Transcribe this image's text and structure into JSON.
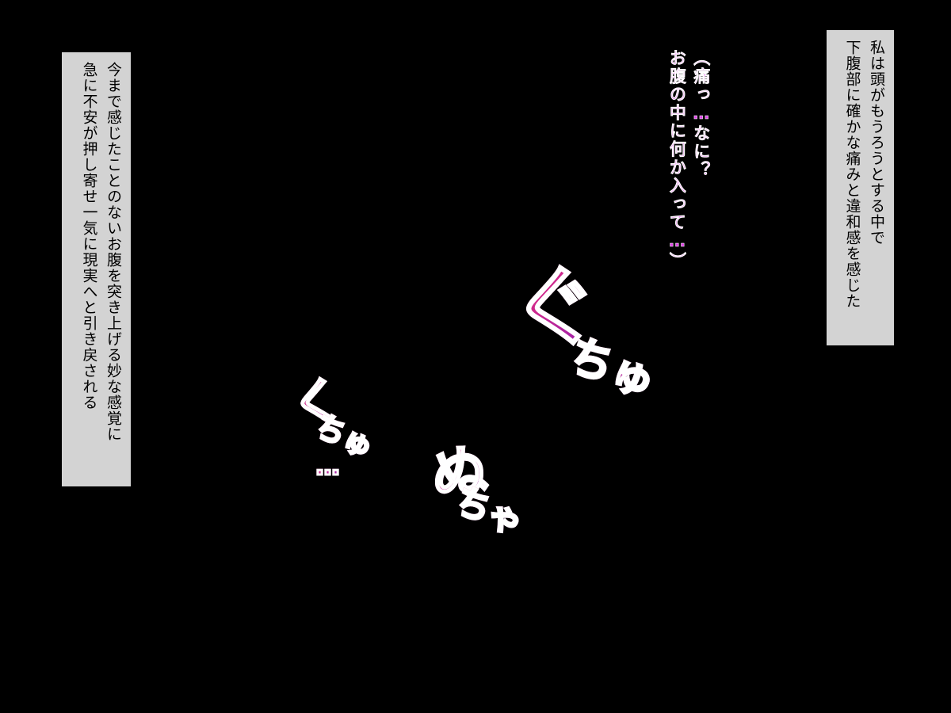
{
  "narration_right": {
    "lines": [
      "私は頭がもうろうとする中で",
      "下腹部に確かな痛みと違和感を感じた"
    ]
  },
  "narration_left": {
    "lines": [
      "今まで感じたことのないお腹を突き上げる妙な感覚に",
      "急に不安が押し寄せ一気に現実へと引き戻される"
    ]
  },
  "thought": {
    "lines": [
      "（痛っ…なに？",
      "お腹の中に何か入って…）"
    ],
    "color": "#e040e8"
  },
  "sfx": {
    "guchu_main": "ぐ",
    "guchu_small": "ちゅ",
    "kuchu_main": "く",
    "kuchu_small": "ちゅ",
    "kuchu_dots": "…",
    "nucha_main": "ぬ",
    "nucha_small": "ちゃ",
    "color_start": "#ff2f6e",
    "color_end": "#8a1fb8"
  },
  "colors": {
    "background": "#000000",
    "narration_box": "#d3d3d3",
    "narration_text": "#000000"
  }
}
